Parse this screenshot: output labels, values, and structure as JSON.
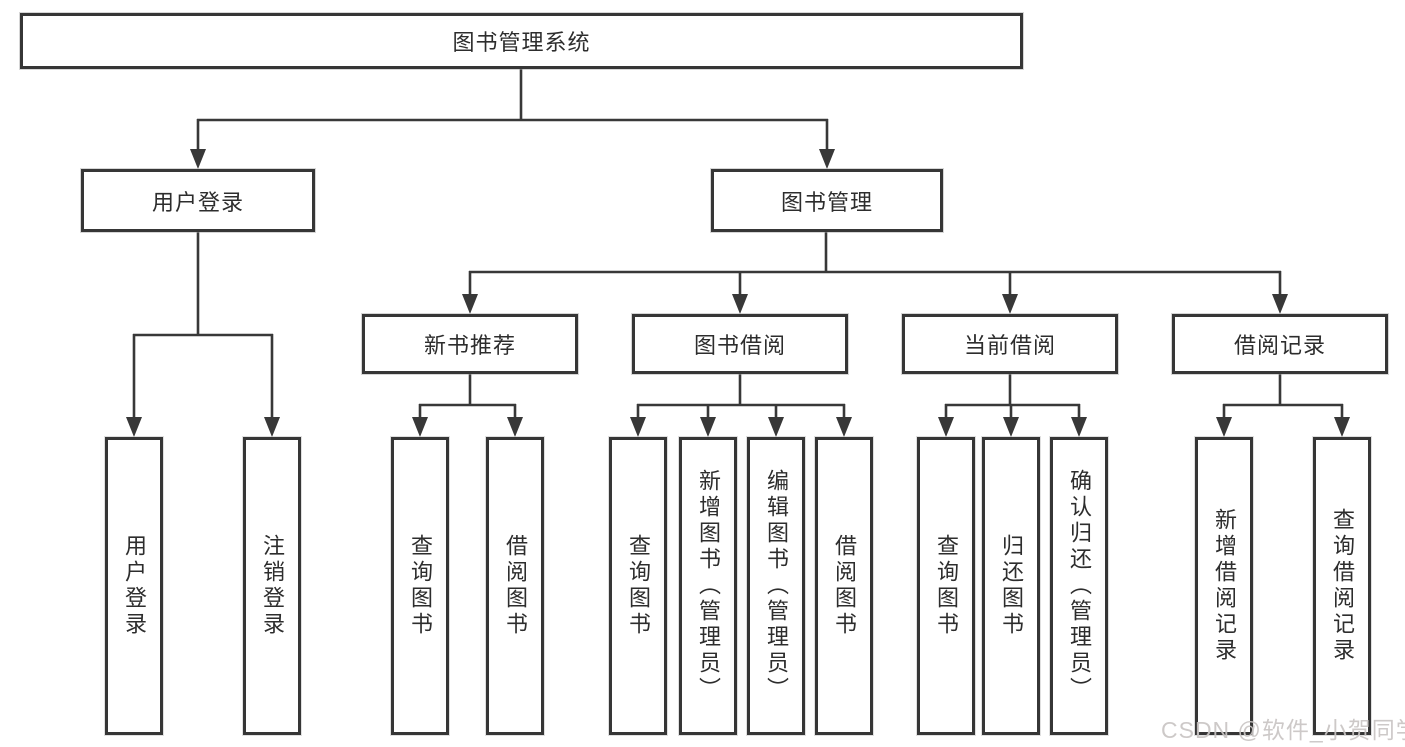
{
  "diagram": {
    "root": {
      "label": "图书管理系统"
    },
    "level2": [
      {
        "label": "用户登录"
      },
      {
        "label": "图书管理"
      }
    ],
    "level3": [
      {
        "label": "新书推荐"
      },
      {
        "label": "图书借阅"
      },
      {
        "label": "当前借阅"
      },
      {
        "label": "借阅记录"
      }
    ],
    "leaves": {
      "user": [
        "用户登录",
        "注销登录"
      ],
      "recommend": [
        "查询图书",
        "借阅图书"
      ],
      "borrow": [
        "查询图书",
        "新增图书（管理员）",
        "编辑图书（管理员）",
        "借阅图书"
      ],
      "current": [
        "查询图书",
        "归还图书",
        "确认归还（管理员）"
      ],
      "record": [
        "新增借阅记录",
        "查询借阅记录"
      ]
    }
  },
  "watermark": "CSDN @软件_小贺同学",
  "colors": {
    "line": "#383838",
    "box_border": "#363636",
    "text": "#2d2d2d",
    "watermark": "#c9c5c4",
    "background": "#ffffff"
  }
}
